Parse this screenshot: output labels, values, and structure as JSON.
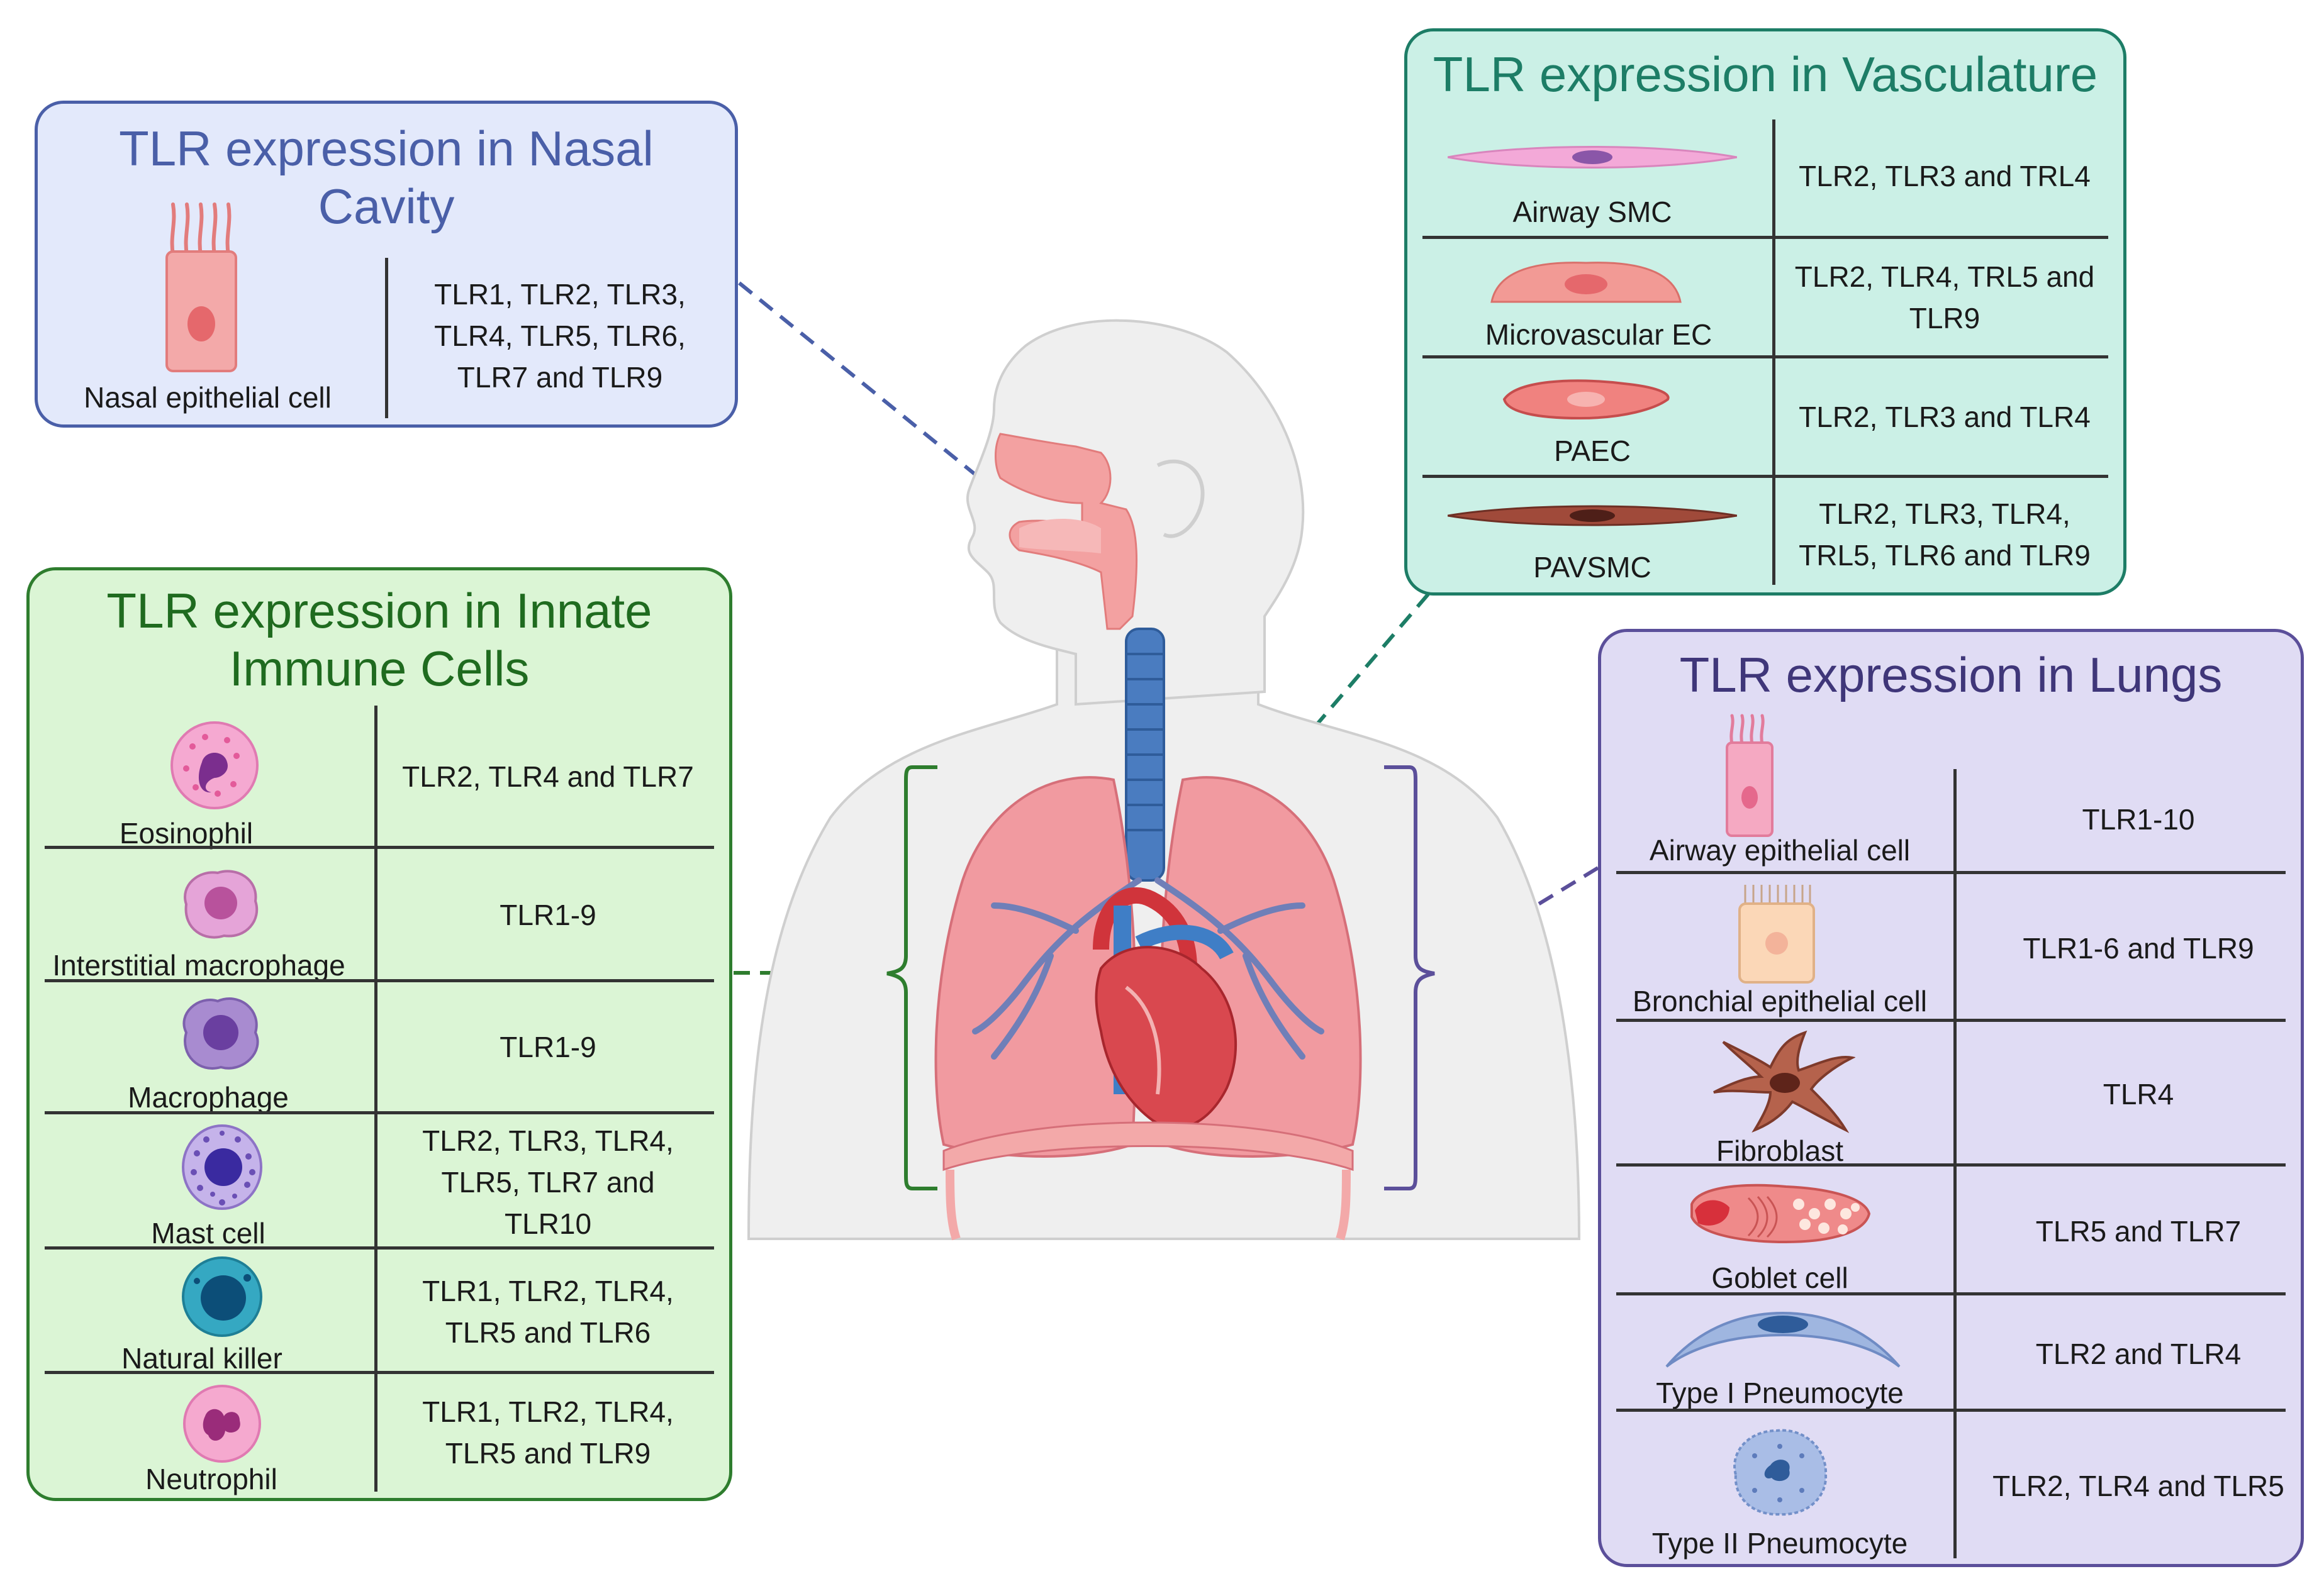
{
  "nasal": {
    "title": "TLR expression in Nasal Cavity",
    "title_line1": "TLR expression in Nasal",
    "title_line2": "Cavity",
    "cell_label": "Nasal epithelial cell",
    "tlr_lines": [
      "TLR1, TLR2, TLR3,",
      "TLR4, TLR5, TLR6,",
      "TLR7 and TLR9"
    ]
  },
  "vasculature": {
    "title": "TLR expression in Vasculature",
    "rows": [
      {
        "cell": "Airway SMC",
        "tlr_lines": [
          "TLR2, TLR3 and TRL4"
        ]
      },
      {
        "cell": "Microvascular EC",
        "tlr_lines": [
          "TLR2, TLR4, TRL5 and",
          "TLR9"
        ]
      },
      {
        "cell": "PAEC",
        "tlr_lines": [
          "TLR2, TLR3 and TLR4"
        ]
      },
      {
        "cell": "PAVSMC",
        "tlr_lines": [
          "TLR2, TLR3, TLR4,",
          "TRL5, TLR6 and TLR9"
        ]
      }
    ]
  },
  "innate": {
    "title_line1": "TLR expression in Innate",
    "title_line2": "Immune Cells",
    "rows": [
      {
        "cell": "Eosinophil",
        "tlr_lines": [
          "TLR2, TLR4 and TLR7"
        ]
      },
      {
        "cell": "Interstitial macrophage",
        "tlr_lines": [
          "TLR1-9"
        ]
      },
      {
        "cell": "Macrophage",
        "tlr_lines": [
          "TLR1-9"
        ]
      },
      {
        "cell": "Mast cell",
        "tlr_lines": [
          "TLR2, TLR3, TLR4,",
          "TLR5, TLR7 and",
          "TLR10"
        ]
      },
      {
        "cell": "Natural killer",
        "tlr_lines": [
          "TLR1, TLR2, TLR4,",
          "TLR5 and TLR6"
        ]
      },
      {
        "cell": "Neutrophil",
        "tlr_lines": [
          "TLR1, TLR2, TLR4,",
          "TLR5 and TLR9"
        ]
      }
    ]
  },
  "lungs": {
    "title": "TLR expression in Lungs",
    "rows": [
      {
        "cell": "Airway epithelial cell",
        "tlr_lines": [
          "TLR1-10"
        ]
      },
      {
        "cell": "Bronchial epithelial cell",
        "tlr_lines": [
          "TLR1-6 and TLR9"
        ]
      },
      {
        "cell": "Fibroblast",
        "tlr_lines": [
          "TLR4"
        ]
      },
      {
        "cell": "Goblet cell",
        "tlr_lines": [
          "TLR5 and TLR7"
        ]
      },
      {
        "cell": "Type I Pneumocyte",
        "tlr_lines": [
          "TLR2 and TLR4"
        ]
      },
      {
        "cell": "Type II Pneumocyte",
        "tlr_lines": [
          "TLR2, TLR4 and TLR5"
        ]
      }
    ]
  },
  "colors": {
    "nasal_border": "#4a5fa8",
    "vasculature_border": "#1d7d66",
    "innate_border": "#2e7d2e",
    "lungs_border": "#5b4f9a"
  }
}
